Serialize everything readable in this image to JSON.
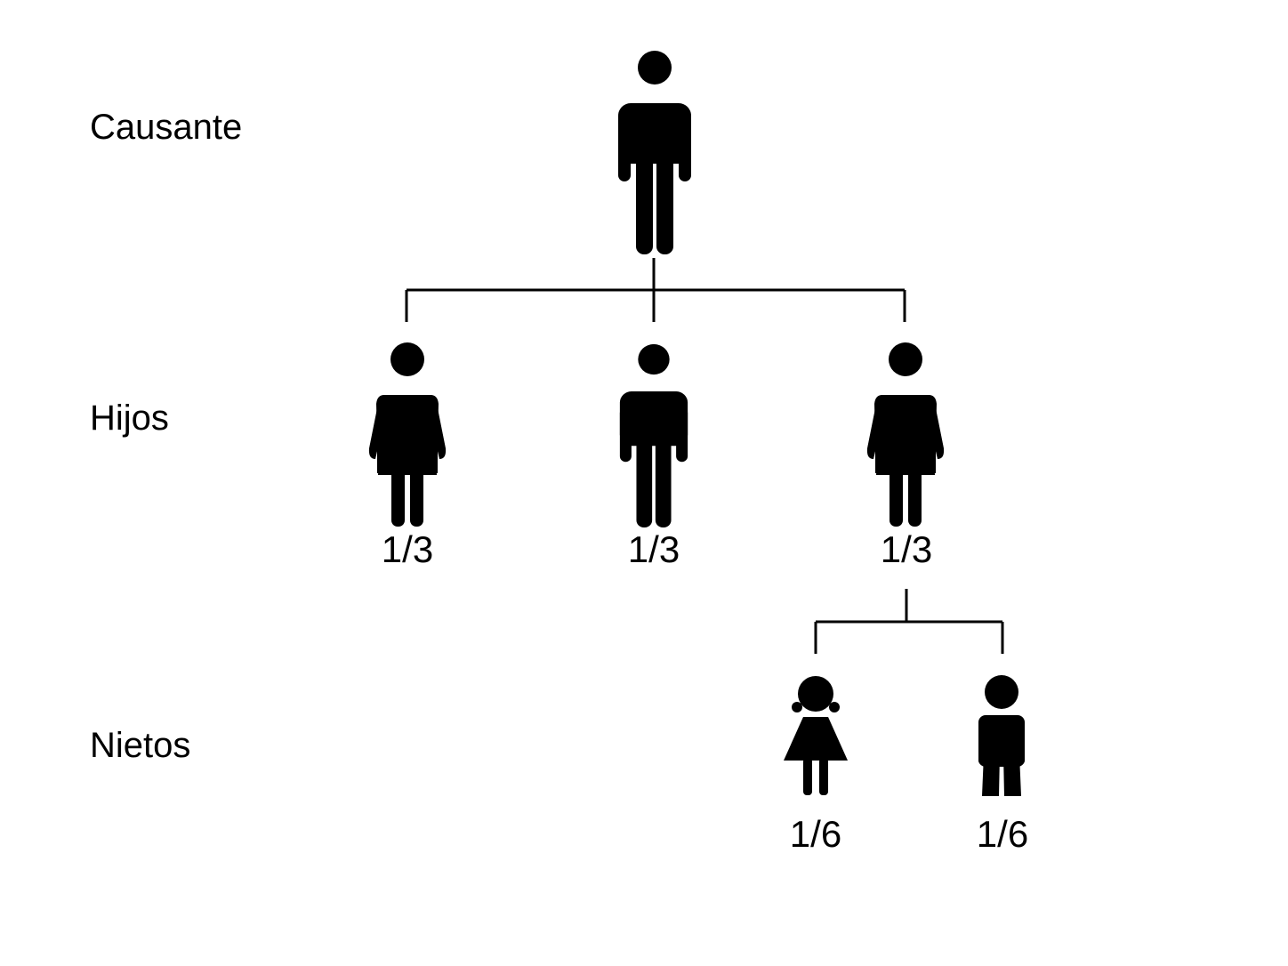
{
  "levels": {
    "causante": "Causante",
    "hijos": "Hijos",
    "nietos": "Nietos"
  },
  "shares": {
    "hija_1": "1/3",
    "hijo": "1/3",
    "hija_2": "1/3",
    "nieta": "1/6",
    "nieto": "1/6"
  },
  "icons": {
    "causante": "man-icon",
    "hija_1": "woman-icon",
    "hijo": "man-icon",
    "hija_2": "woman-icon",
    "nieta": "girl-icon",
    "nieto": "boy-icon"
  },
  "colors": {
    "ink": "#000000",
    "background": "#ffffff"
  }
}
